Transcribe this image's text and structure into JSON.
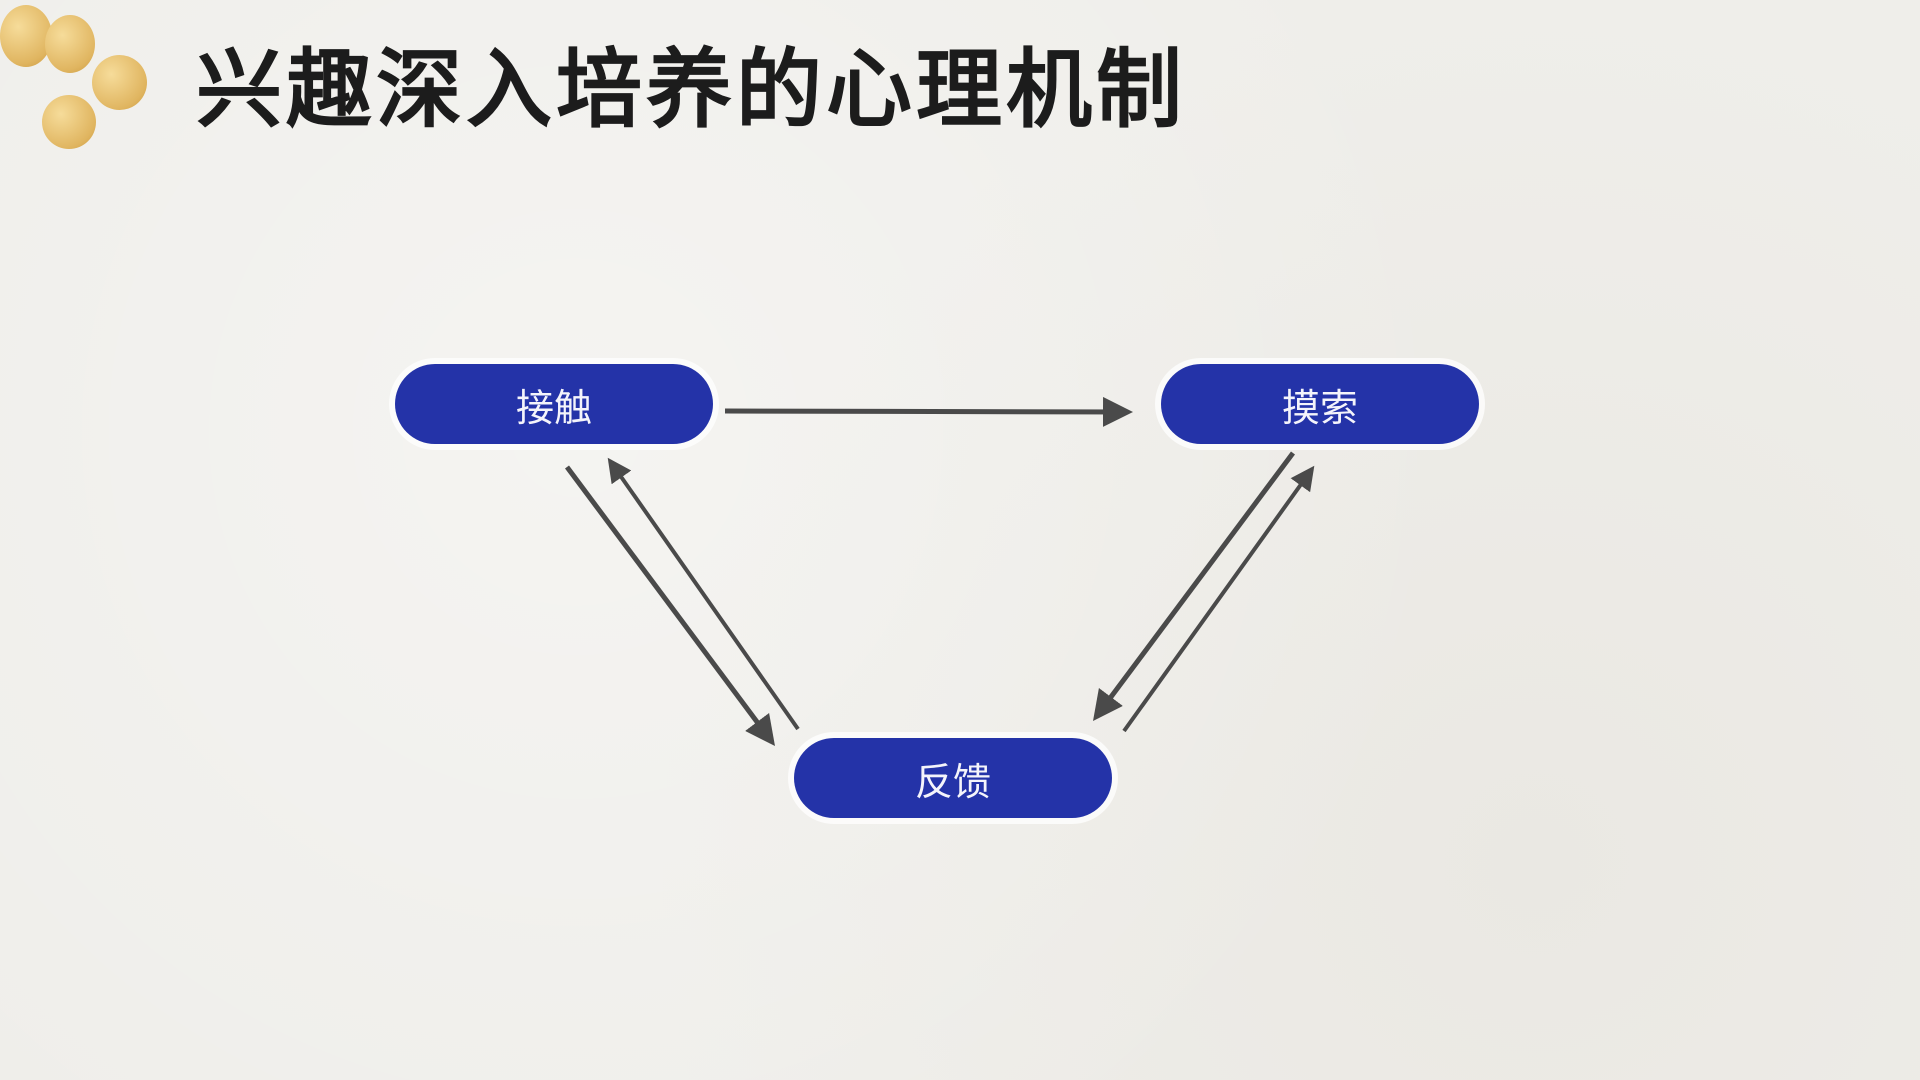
{
  "title": "兴趣深入培养的心理机制",
  "nodes": {
    "contact": "接触",
    "explore": "摸索",
    "feedback": "反馈"
  },
  "colors": {
    "node": "#2433a8",
    "arrow": "#4a4a4a"
  }
}
